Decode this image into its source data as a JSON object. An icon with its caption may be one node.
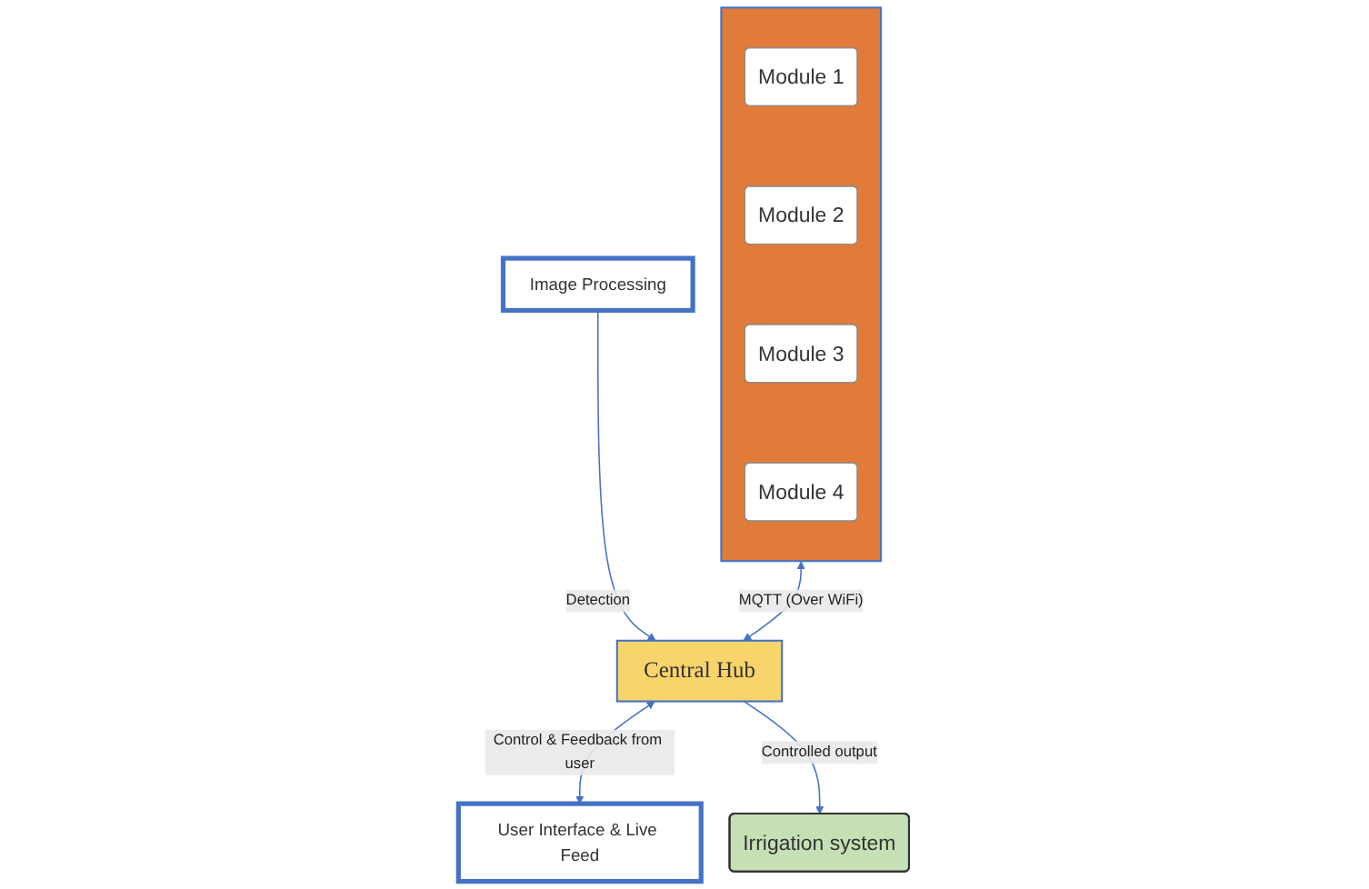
{
  "diagram": {
    "nodes": [
      {
        "text": [],
        "shape": "box"
      },
      {
        "text": [
          "Module 1"
        ],
        "in": 0
      },
      {
        "text": [
          "Module 2"
        ],
        "in": 0
      },
      {
        "text": [
          "Module 3"
        ],
        "in": 0
      },
      {
        "text": [
          "Module 4"
        ],
        "in": 0
      },
      {
        "text": [
          "Image Processing"
        ]
      },
      {
        "text": [
          "Central Hub"
        ]
      },
      {
        "text": [
          "User Interface & Live Feed"
        ]
      },
      {
        "text": [
          "Irrigation system"
        ]
      }
    ],
    "edges": [
      {
        "from": 5,
        "to": 6,
        "arrow": "to",
        "label": "Detection"
      },
      {
        "from": 0,
        "to": 6,
        "arrow": "both",
        "label": "MQTT (Over WiFi)"
      },
      {
        "from": 6,
        "to": 7,
        "arrow": "both",
        "label": "Control & Feedback from user"
      },
      {
        "from": 6,
        "to": 8,
        "arrow": "to",
        "label": "Controlled output"
      }
    ]
  }
}
